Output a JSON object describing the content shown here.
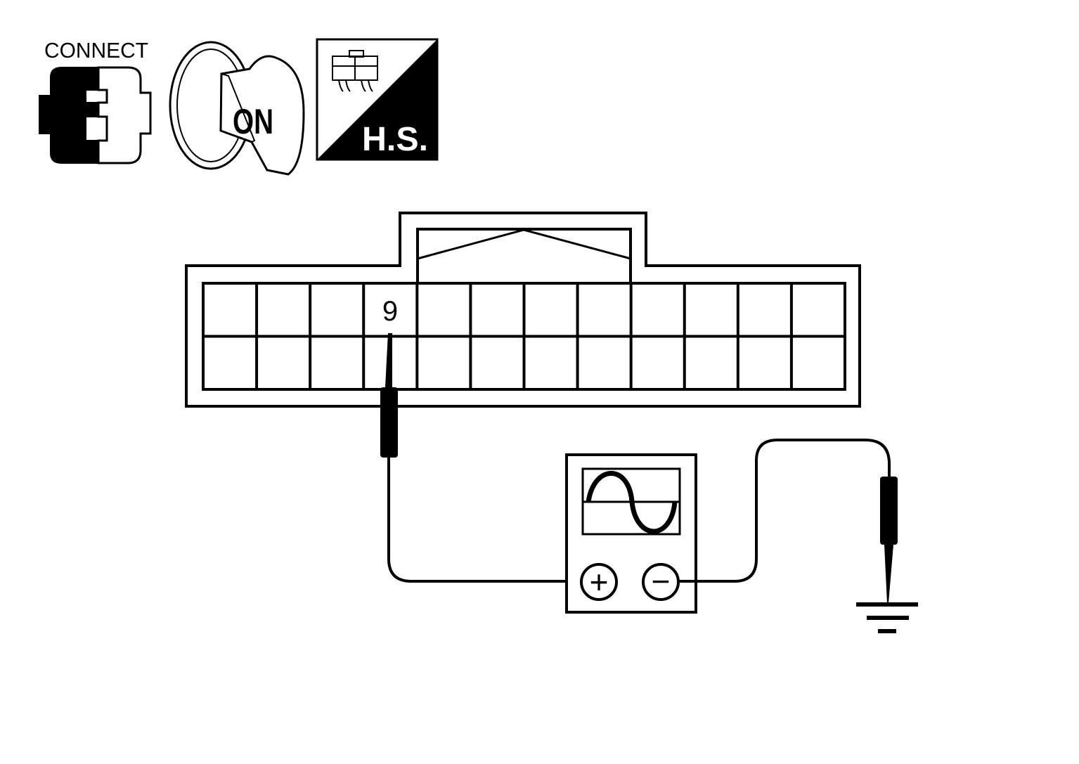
{
  "icons": {
    "connect_label": "CONNECT",
    "connect_icon": "connector-connected-icon",
    "ignition_label": "ON",
    "ignition_icon": "ignition-key-icon",
    "harness_label": "H.S.",
    "harness_icon": "harness-side-icon"
  },
  "connector": {
    "terminal_label": "9",
    "columns": 12,
    "rows": 2
  },
  "oscilloscope": {
    "icon": "oscilloscope-icon",
    "positive_symbol": "+",
    "negative_symbol": "−"
  },
  "ground": {
    "icon": "ground-symbol-icon"
  },
  "colors": {
    "ink": "#000000",
    "paper": "#ffffff"
  }
}
